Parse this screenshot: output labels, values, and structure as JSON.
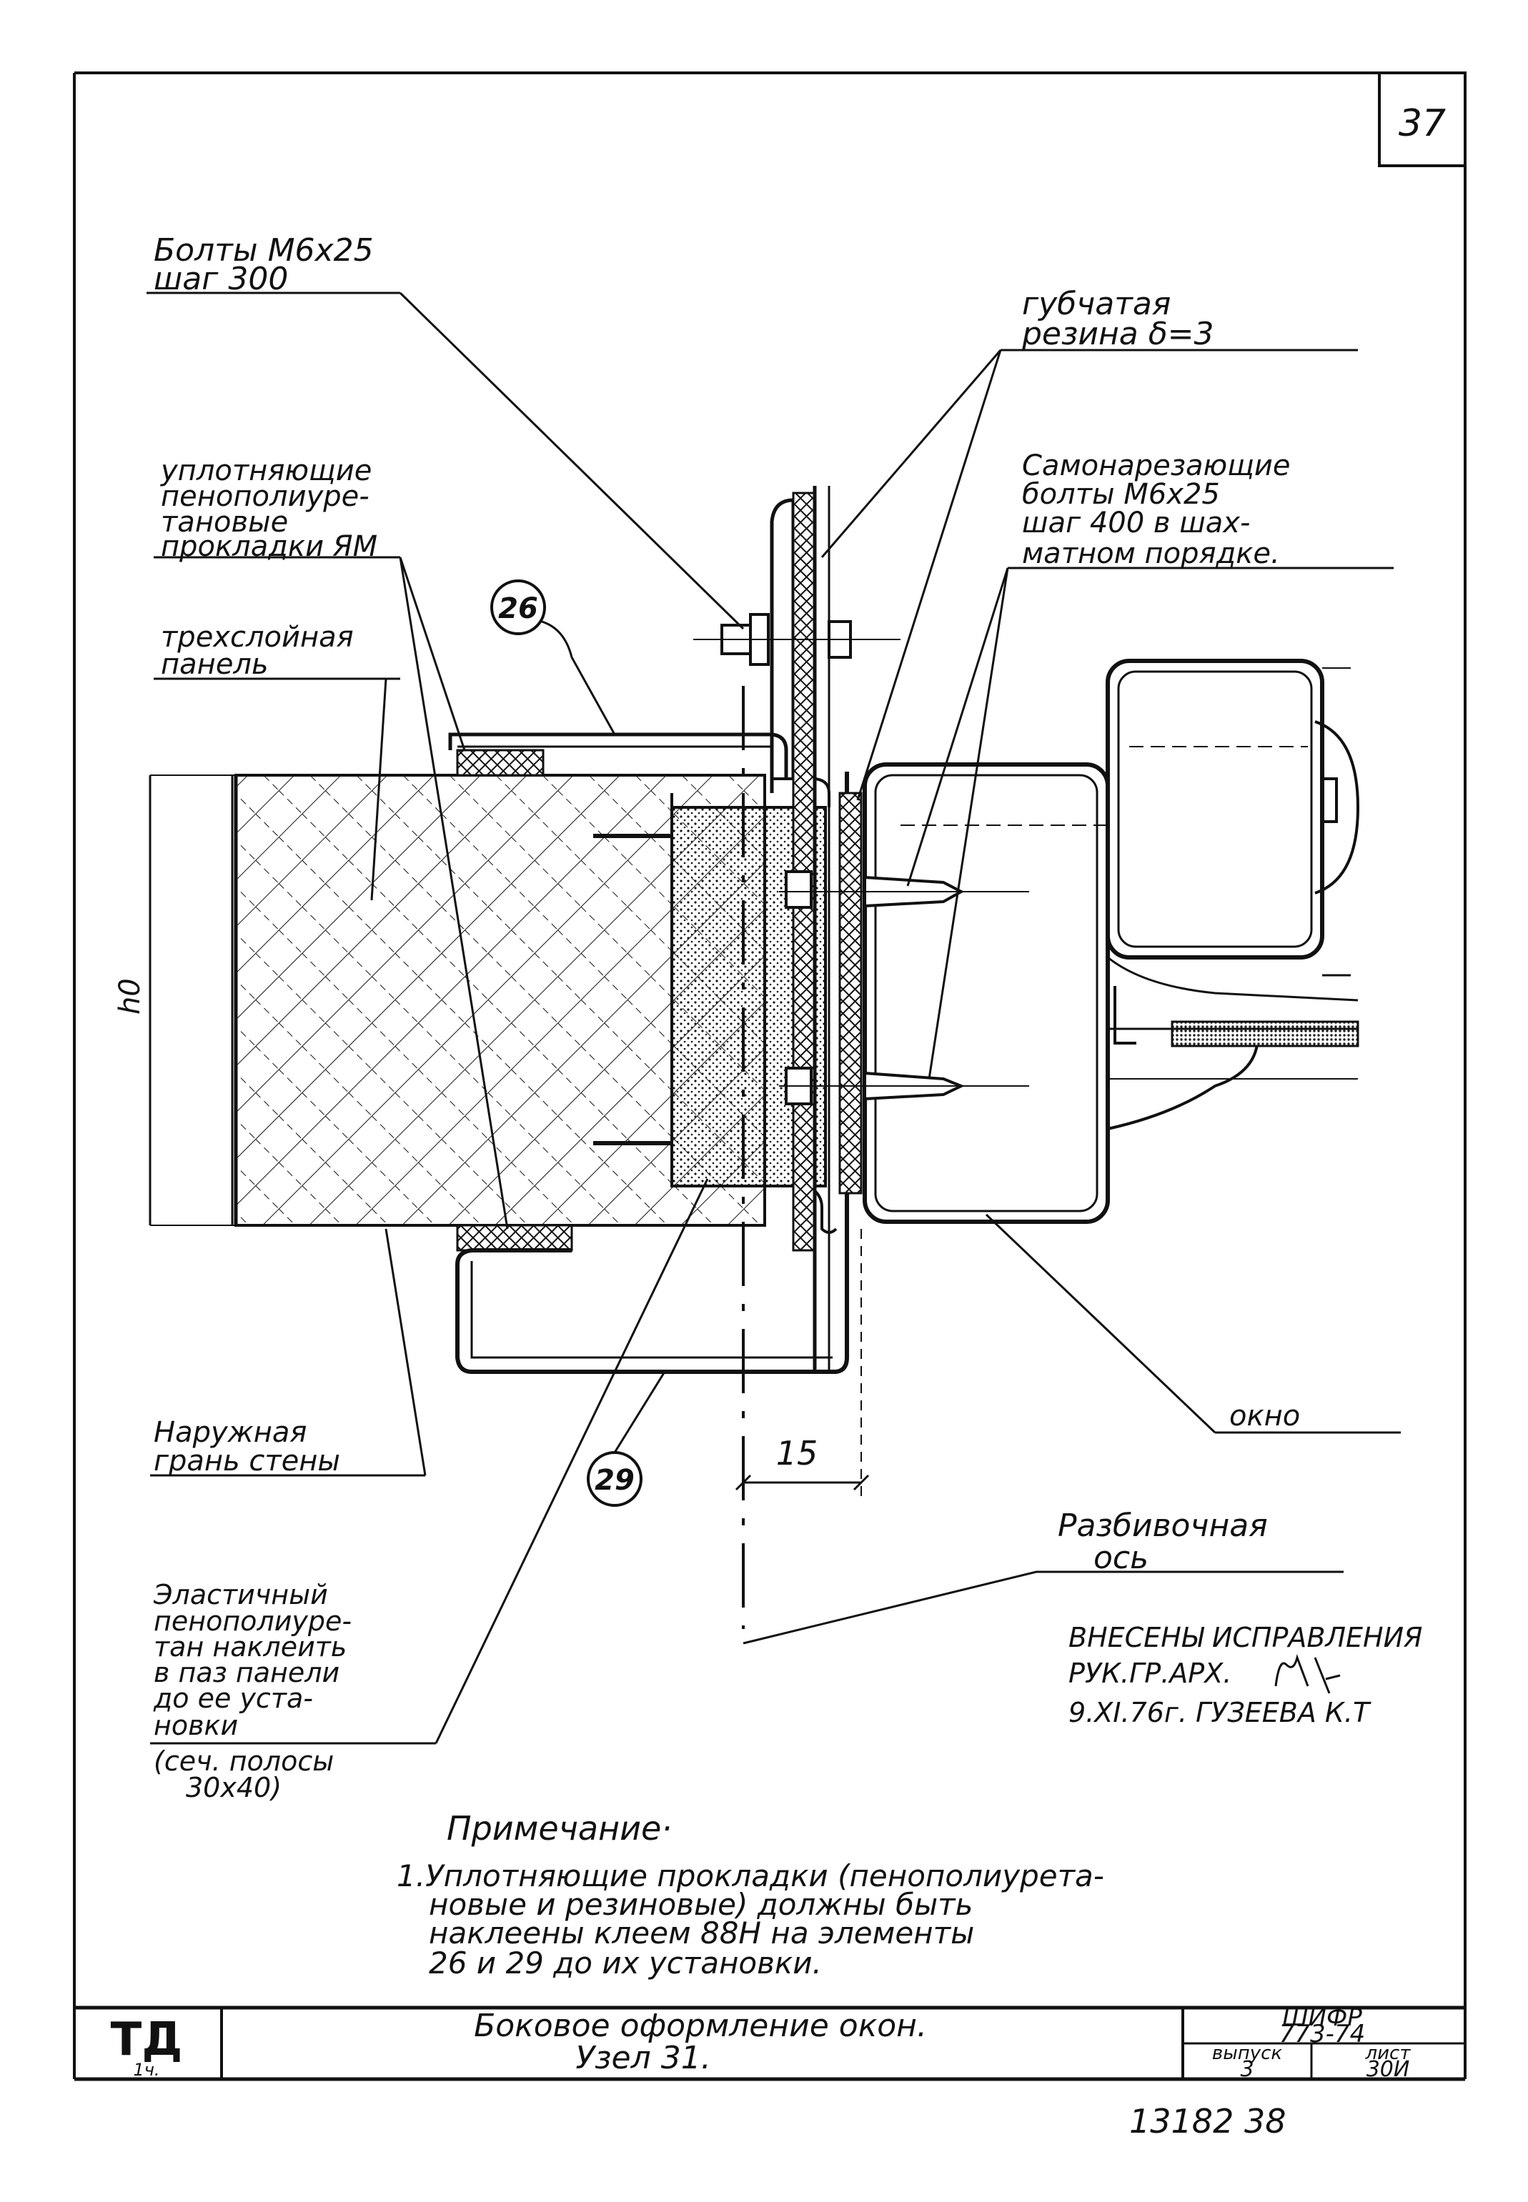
{
  "sheet_number": "37",
  "callouts": {
    "bolts": {
      "line1": "Болты М6х25",
      "line2": "шаг 300"
    },
    "sponge_rubber": {
      "line1": "губчатая",
      "line2": "резина δ=3"
    },
    "sealing_gaskets": {
      "line1": "уплотняющие",
      "line2": "пенополиуре-",
      "line3": "тановые",
      "line4": "прокладки ЯМ"
    },
    "self_tapping_bolts": {
      "line1": "Самонарезающие",
      "line2": "болты   М6х25",
      "line3": "шаг 400 в шах-",
      "line4": "матном порядке."
    },
    "three_layer_panel": {
      "line1": "трехслойная",
      "line2": "панель"
    },
    "outer_wall_face": {
      "line1": "Наружная",
      "line2": "грань стены"
    },
    "window": {
      "line1": "окно"
    },
    "layout_axis": {
      "line1": "Разбивочная",
      "line2": "ось"
    },
    "elastic_foam": {
      "line1": "Эластичный",
      "line2": "пенополиуре-",
      "line3": "тан наклеить",
      "line4": "в паз панели",
      "line5": "до ее уста-",
      "line6": "новки",
      "line7": "(сеч. полосы",
      "line8": "30х40)"
    }
  },
  "markers": {
    "m26": "26",
    "m29": "29"
  },
  "dimensions": {
    "gap": "15",
    "panel_height": "h0"
  },
  "corrections": {
    "line1": "ВНЕСЕНЫ ИСПРАВЛЕНИЯ",
    "line2": "РУК.ГР.АРХ.",
    "line3": "9.XI.76г.   ГУЗЕЕВА К.Т"
  },
  "note": {
    "title": "Примечание·",
    "line1": "1.Уплотняющие прокладки (пенополиурета-",
    "line2": "новые и резиновые) должны быть",
    "line3": "наклеены клеем 88Н на элементы",
    "line4": "26 и 29  до их установки."
  },
  "title_block": {
    "org": "ТД",
    "org_sub": "1ч.",
    "title_line1": "Боковое оформление окон.",
    "title_line2": "Узел 31.",
    "code_line1": "ШИФР",
    "code_line2": "773-74",
    "issue_label": "выпуск",
    "issue_value": "3",
    "sheet_label": "лист",
    "sheet_value": "30И"
  },
  "bottom_numbers": "13182  38",
  "colors": {
    "ink": "#111111",
    "paper": "#ffffff"
  }
}
